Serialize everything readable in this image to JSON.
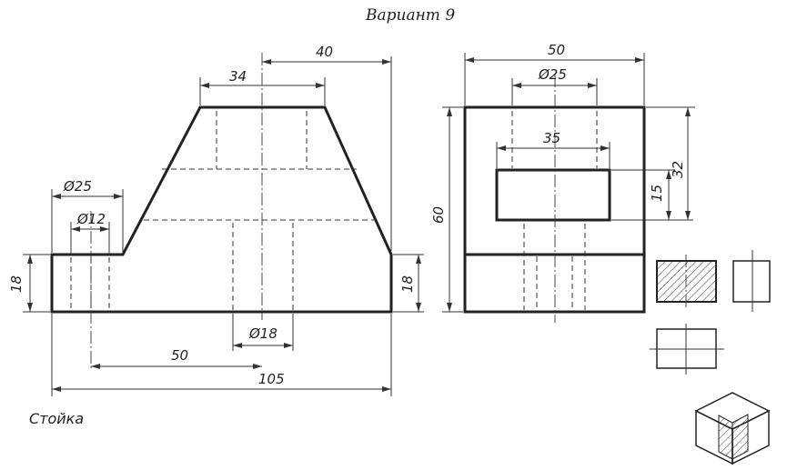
{
  "title": "Вариант 9",
  "caption": "Стойка",
  "front_view": {
    "dims": {
      "top_width": "34",
      "half_width": "40",
      "hole_dia": "Ø25",
      "small_hole_dia": "Ø12",
      "left_height": "18",
      "right_height": "18",
      "bottom_hole_dia": "Ø18",
      "hole_offset": "50",
      "total_width": "105"
    }
  },
  "side_view": {
    "dims": {
      "total_width": "50",
      "hole_dia": "Ø25",
      "slot_width": "35",
      "total_height": "60",
      "slot_height": "15",
      "slot_top": "32"
    }
  }
}
